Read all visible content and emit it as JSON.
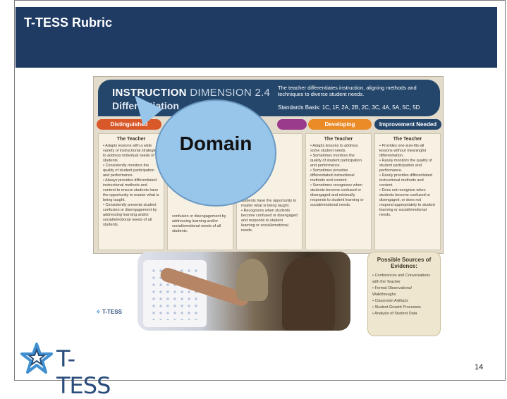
{
  "slide": {
    "title": "T-TESS Rubric",
    "page_number": "14"
  },
  "rubric": {
    "dimension_word": "INSTRUCTION",
    "dimension_number": "DIMENSION 2.4",
    "dimension_name": "Differentiation",
    "description": "The teacher differentiates instruction, aligning methods and techniques to diverse student needs.",
    "standards": "Standards Basis: 1C, 1F, 2A, 2B, 2C, 3C, 4A, 5A, 5C, 5D",
    "tabs": {
      "distinguished": "Distinguished",
      "proficient": "",
      "developing": "Developing",
      "improvement": "Improvement Needed"
    },
    "columns": [
      {
        "head": "The Teacher",
        "text": "• Adapts lessons with a wide variety of instructional strategies to address individual needs of all students.\n• Consistently monitors the quality of student participation and performance.\n• Always provides differentiated instructional methods and content to ensure students have the opportunity to master what is being taught.\n• Consistently prevents student confusion or disengagement by addressing learning and/or social/emotional needs of all students."
      },
      {
        "head": "",
        "text": "confusion or disengagement by addressing learning and/or social/emotional needs of all students."
      },
      {
        "head": "",
        "text": "students have the opportunity to master what is being taught.\n• Recognizes when students become confused or disengaged and responds to student learning or social/emotional needs."
      },
      {
        "head": "The Teacher",
        "text": "• Adapts lessons to address some student needs.\n• Sometimes monitors the quality of student participation and performance.\n• Sometimes provides differentiated instructional methods and content.\n• Sometimes recognizes when students become confused or disengaged and minimally responds to student learning or social/emotional needs."
      },
      {
        "head": "The Teacher",
        "text": "• Provides one-size-fits-all lessons without meaningful differentiation.\n• Rarely monitors the quality of student participation and performance.\n• Rarely provides differentiated instructional methods and content.\n• Does not recognize when students become confused or disengaged, or does not respond appropriately to student learning or social/emotional needs."
      }
    ],
    "callout": "Domain",
    "sources": {
      "title": "Possible Sources of Evidence:",
      "items": [
        "• Conferences and Conversations with the Teacher",
        "• Formal Observations/ Walkthroughs",
        "• Classroom Artifacts",
        "• Student Growth Processes",
        "• Analysis of Student Data"
      ]
    },
    "small_logo": "T-TESS"
  },
  "logo": {
    "text": "T-TESS"
  }
}
